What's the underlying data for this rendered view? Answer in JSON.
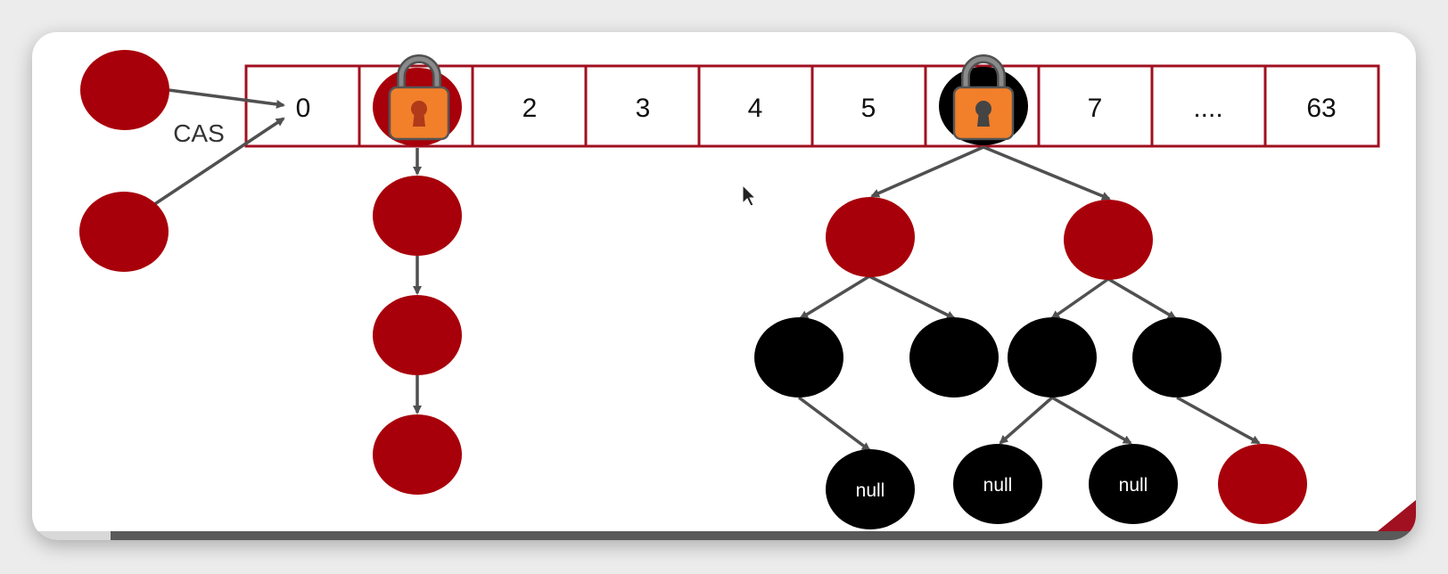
{
  "array": {
    "cells": [
      "0",
      "",
      "2",
      "3",
      "4",
      "5",
      "",
      "7",
      "....",
      "63"
    ]
  },
  "cas_label": "CAS",
  "null_label": "null",
  "colors": {
    "border": "#a01020",
    "red_node": "#a8000a",
    "black_node": "#000000",
    "arrow": "#505050",
    "lock_body": "#f27f2a",
    "lock_shackle": "#666666"
  },
  "icons": {
    "locks": [
      "lock-icon",
      "lock-icon"
    ],
    "cursor": "mouse-pointer-icon"
  }
}
